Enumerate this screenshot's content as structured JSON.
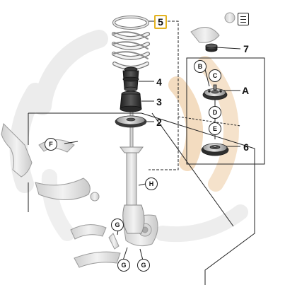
{
  "callouts": {
    "spring": "5",
    "bump_stop": "4",
    "dust_boot": "3",
    "lower_spring_seat": "2",
    "strut_nut": "7",
    "upper_strut_mount": "6",
    "bearing_assembly": "A"
  },
  "circles": {
    "b": "B",
    "c": "C",
    "d": "D",
    "e": "E",
    "f": "F",
    "h": "H",
    "g1": "G",
    "g2": "G",
    "g3": "G"
  },
  "icons": {
    "info": "document-icon"
  },
  "colors": {
    "highlight": "#e3b21f",
    "watermark": "#f3dcc0",
    "line": "#222222",
    "part_dark": "#3a3a3a",
    "part_light": "#bdbdbd"
  }
}
